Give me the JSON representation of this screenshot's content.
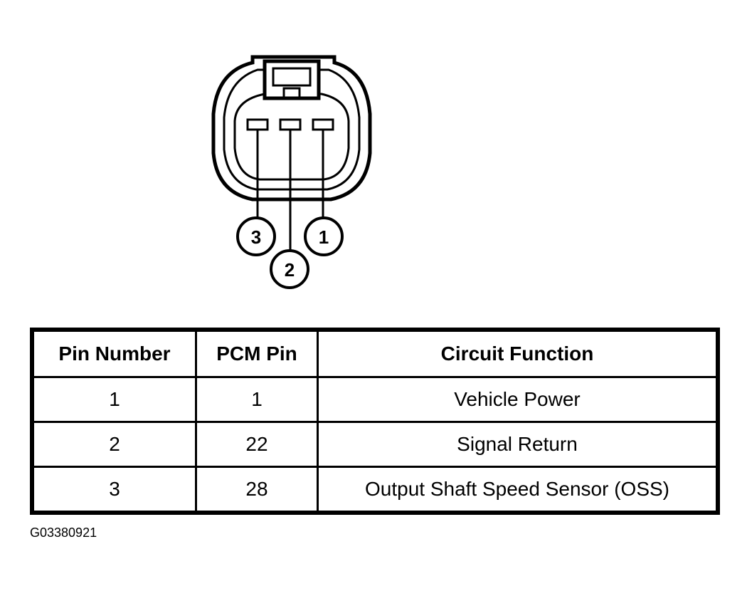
{
  "diagram": {
    "callouts": [
      "1",
      "2",
      "3"
    ]
  },
  "table": {
    "headers": {
      "pin_number": "Pin Number",
      "pcm_pin": "PCM Pin",
      "circuit_function": "Circuit Function"
    },
    "rows": [
      {
        "pin_number": "1",
        "pcm_pin": "1",
        "circuit_function": "Vehicle Power"
      },
      {
        "pin_number": "2",
        "pcm_pin": "22",
        "circuit_function": "Signal Return"
      },
      {
        "pin_number": "3",
        "pcm_pin": "28",
        "circuit_function": "Output Shaft Speed Sensor (OSS)"
      }
    ]
  },
  "figure_code": "G03380921"
}
